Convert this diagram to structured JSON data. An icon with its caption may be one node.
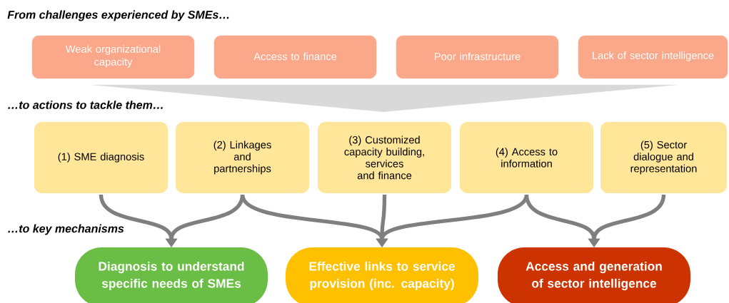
{
  "diagram": {
    "nodes": [
      {
        "text": [
          "Weak organizational capacity"
        ]
      },
      {
        "text": [
          "Access to finance"
        ]
      },
      {
        "text": [
          "Poor infrastructure"
        ]
      },
      {
        "text": [
          "Lack of sector intelligence"
        ]
      },
      {
        "text": [
          "(1) SME diagnosis"
        ]
      },
      {
        "text": [
          "(2) Linkages and partnerships"
        ]
      },
      {
        "text": [
          "(3) Customized capacity building, services and finance"
        ]
      },
      {
        "text": [
          "(4) Access to information"
        ]
      },
      {
        "text": [
          "(5) Sector dialogue and representation"
        ]
      },
      {
        "text": [
          "Diagnosis to understand specific needs of SMEs"
        ]
      },
      {
        "text": [
          "Effective links to service provision (inc. capacity)"
        ]
      },
      {
        "text": [
          "Access and generation of sector intelligence"
        ]
      }
    ],
    "edges": [
      {
        "from": 4,
        "to": 9,
        "arrow": "to"
      },
      {
        "from": 5,
        "to": 9,
        "arrow": "to"
      },
      {
        "from": 5,
        "to": 10,
        "arrow": "to"
      },
      {
        "from": 6,
        "to": 10,
        "arrow": "to"
      },
      {
        "from": 7,
        "to": 10,
        "arrow": "to"
      },
      {
        "from": 7,
        "to": 11,
        "arrow": "to"
      },
      {
        "from": 8,
        "to": 11,
        "arrow": "to"
      }
    ],
    "labels": [
      "From challenges experienced by SMEs…",
      "…to actions to tackle them…",
      "…to key mechanisms"
    ]
  }
}
